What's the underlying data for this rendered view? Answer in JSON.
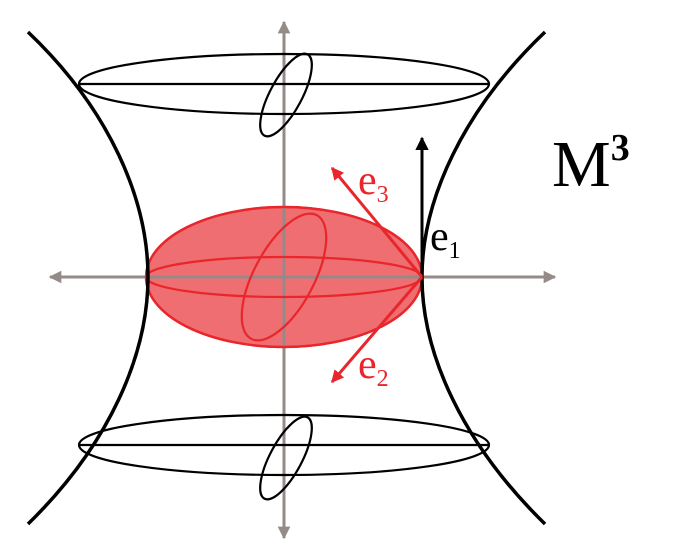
{
  "labels": {
    "manifold": "M",
    "manifold_exponent": "3",
    "e1_base": "e",
    "e1_sub": "1",
    "e2_base": "e",
    "e2_sub": "2",
    "e3_base": "e",
    "e3_sub": "3"
  },
  "colors": {
    "line": "#000000",
    "axis": "#948a88",
    "highlight": "#e8262b",
    "highlight_fill": "#ec5a5e",
    "background": "#ffffff"
  }
}
